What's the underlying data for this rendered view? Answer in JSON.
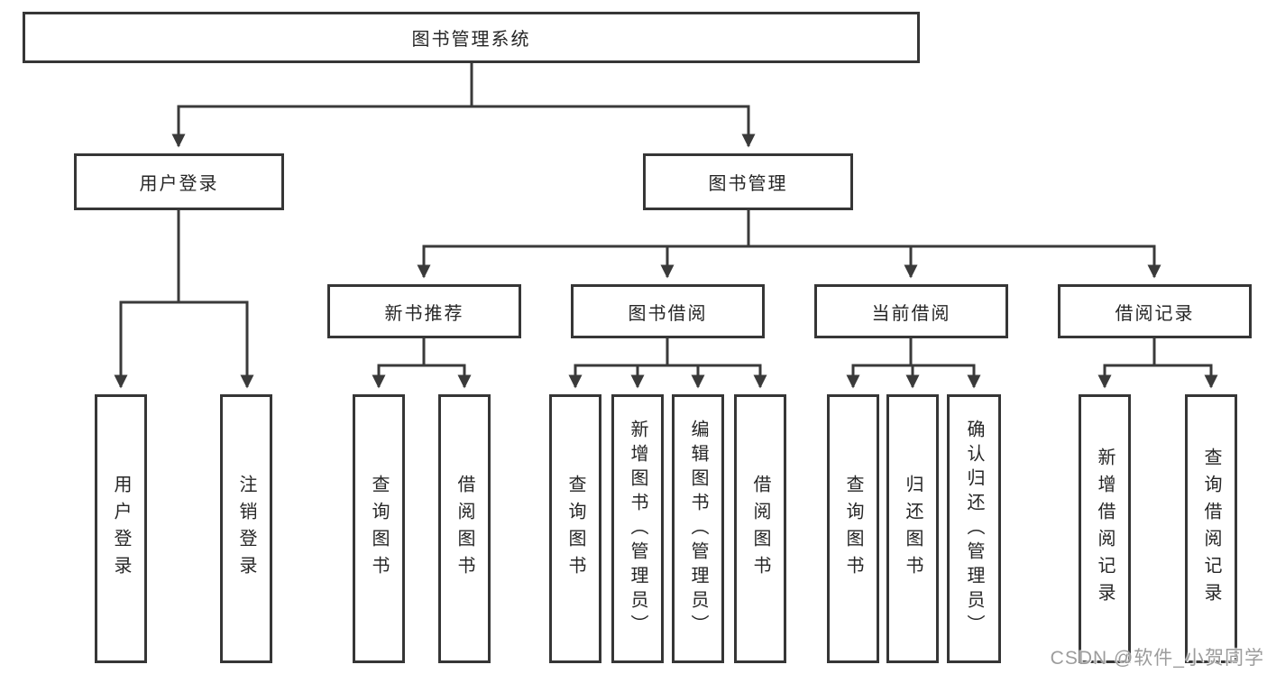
{
  "colors": {
    "background": "#ffffff",
    "line": "#3a3a3a",
    "box_border": "#363636",
    "text": "#262626",
    "watermark_text": "#9c9c9c"
  },
  "diagram": {
    "root": {
      "label": "图书管理系统"
    },
    "branches": [
      {
        "label": "用户登录",
        "children": [
          {
            "label": "用户登录"
          },
          {
            "label": "注销登录"
          }
        ]
      },
      {
        "label": "图书管理",
        "groups": [
          {
            "label": "新书推荐",
            "children": [
              {
                "label": "查询图书"
              },
              {
                "label": "借阅图书"
              }
            ]
          },
          {
            "label": "图书借阅",
            "children": [
              {
                "label": "查询图书"
              },
              {
                "label": "新增图书（管理员）"
              },
              {
                "label": "编辑图书（管理员）"
              },
              {
                "label": "借阅图书"
              }
            ]
          },
          {
            "label": "当前借阅",
            "children": [
              {
                "label": "查询图书"
              },
              {
                "label": "归还图书"
              },
              {
                "label": "确认归还（管理员）"
              }
            ]
          },
          {
            "label": "借阅记录",
            "children": [
              {
                "label": "新增借阅记录"
              },
              {
                "label": "查询借阅记录"
              }
            ]
          }
        ]
      }
    ]
  },
  "watermark": {
    "text": "CSDN @软件_小贺同学"
  }
}
